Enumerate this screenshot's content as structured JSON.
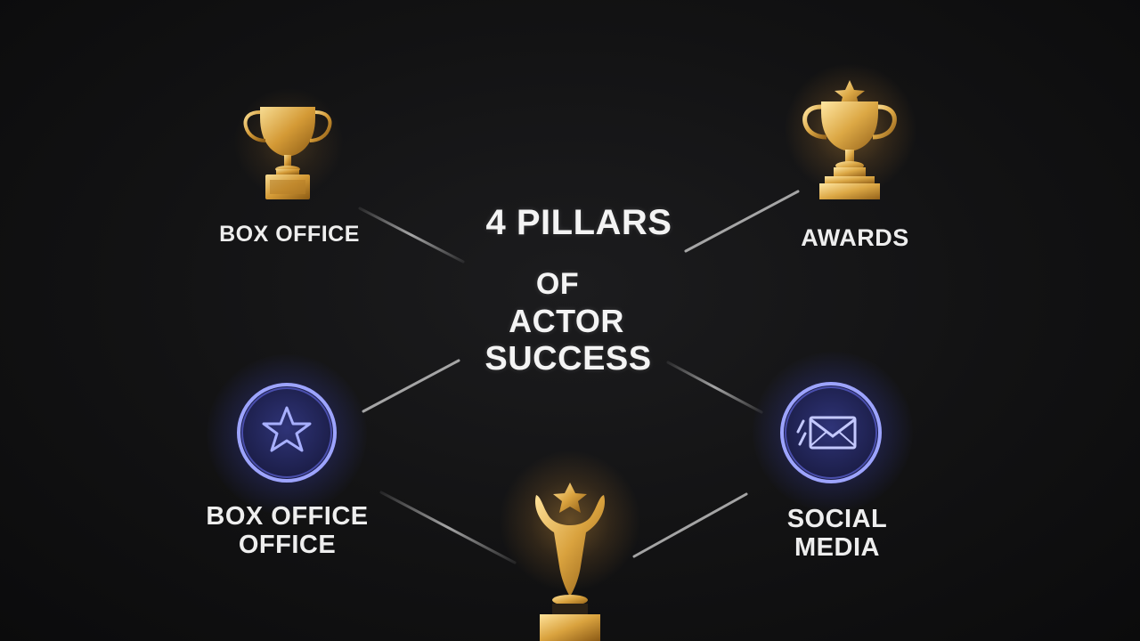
{
  "title": {
    "line1": "4 PILLARS",
    "line2": "OF",
    "line3": "ACTOR",
    "line4": "SUCCESS"
  },
  "pillars": [
    {
      "label": "BOX OFFICE",
      "icon": "trophy-cup-icon"
    },
    {
      "label": "AWARDS",
      "icon": "star-trophy-icon"
    },
    {
      "label": "BOX OFFICE\nOFFICE",
      "icon": "star-circle-icon"
    },
    {
      "label": "SOCIAL\nMEDIA",
      "icon": "envelope-circle-icon"
    },
    {
      "label": "",
      "icon": "star-figure-trophy-icon"
    }
  ],
  "colors": {
    "background": "#121213",
    "gold": "#d9a441",
    "gold_light": "#f5d27a",
    "blue_glow": "#6f78ff",
    "connector": "#9a9a9a",
    "text": "#eeeeee"
  }
}
